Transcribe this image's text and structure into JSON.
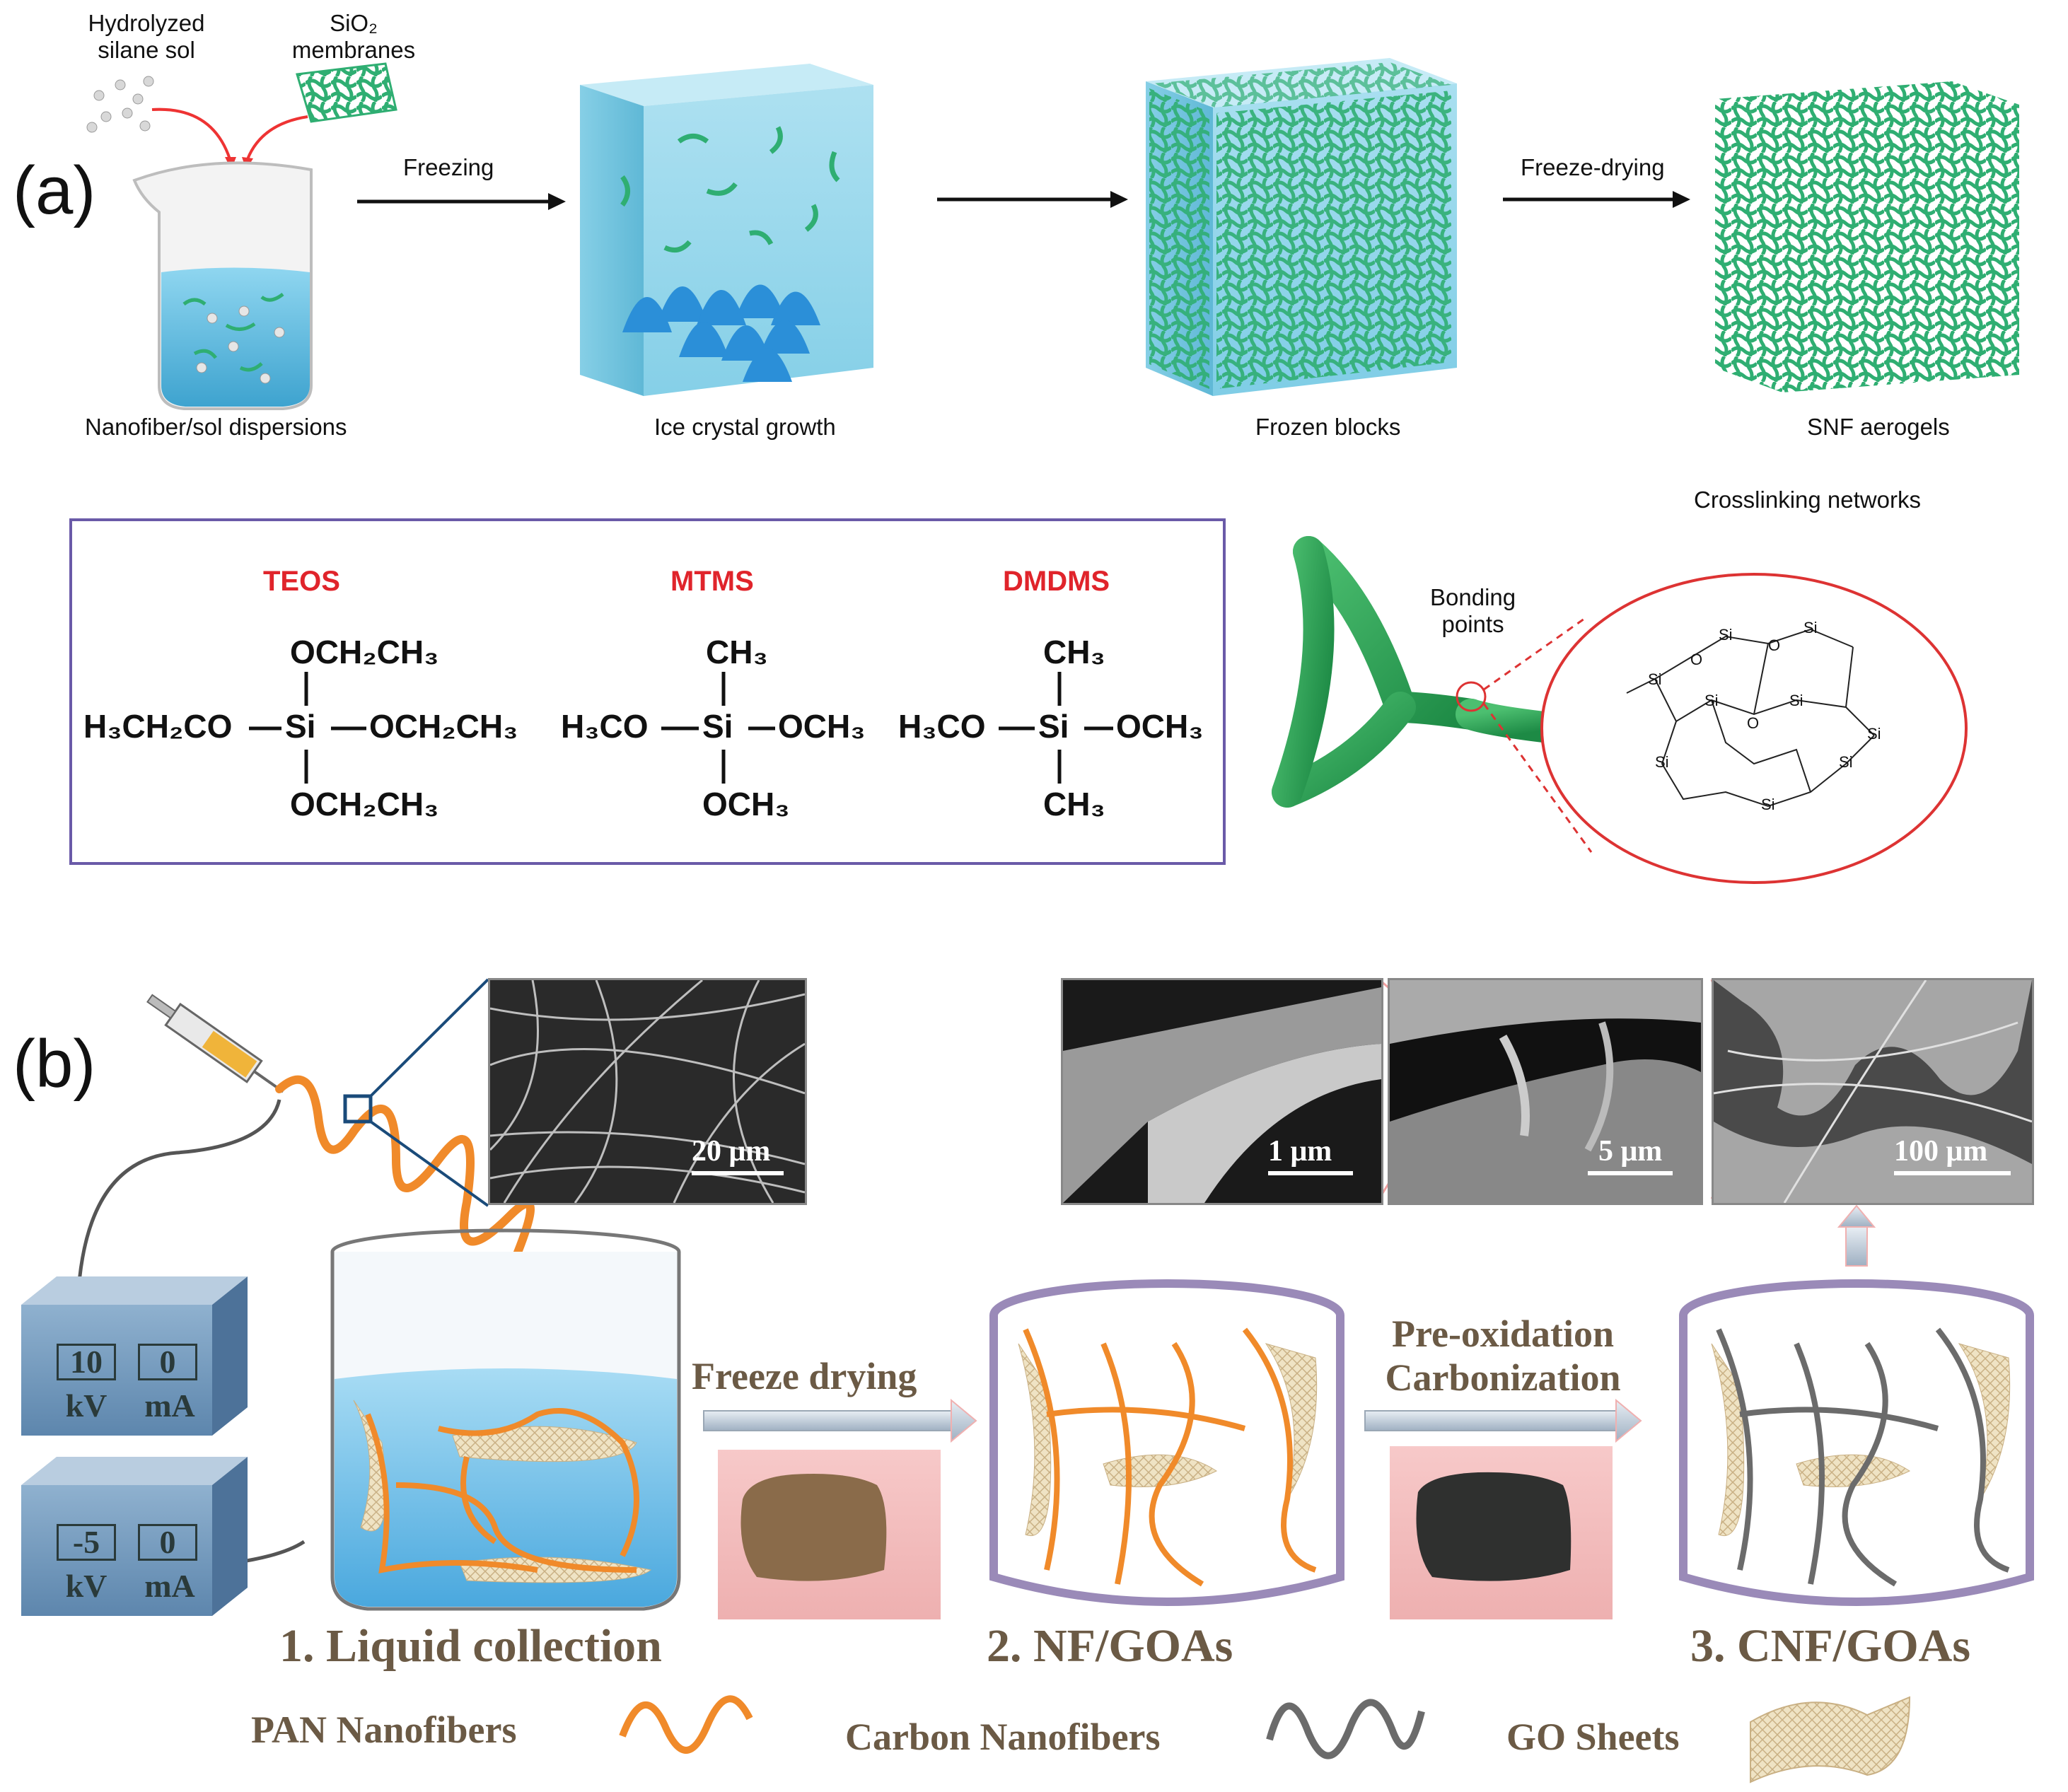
{
  "panel_a": {
    "tag": "(a)",
    "inputs": {
      "sol_label_line1": "Hydrolyzed",
      "sol_label_line2": "silane  sol",
      "membrane_label_line1": "SiO₂",
      "membrane_label_line2": "membranes"
    },
    "stages": [
      {
        "label": "Nanofiber/sol dispersions"
      },
      {
        "label": "Ice crystal growth"
      },
      {
        "label": "Frozen blocks"
      },
      {
        "label": "SNF aerogels"
      }
    ],
    "arrows": [
      {
        "label": "Freezing"
      },
      {
        "label": ""
      },
      {
        "label": "Freeze-drying"
      }
    ],
    "precursors": [
      {
        "name": "TEOS",
        "top": "OCH₂CH₃",
        "left": "H₃CH₂CO",
        "center": "Si",
        "right": "OCH₂CH₃",
        "bottom": "OCH₂CH₃"
      },
      {
        "name": "MTMS",
        "top": "CH₃",
        "left": "H₃CO",
        "center": "Si",
        "right": "OCH₃",
        "bottom": "OCH₃"
      },
      {
        "name": "DMDMS",
        "top": "CH₃",
        "left": "H₃CO",
        "center": "Si",
        "right": "OCH₃",
        "bottom": "CH₃"
      }
    ],
    "bonding_label_line1": "Bonding",
    "bonding_label_line2": "points",
    "network_title": "Crosslinking networks"
  },
  "panel_b": {
    "tag": "(b)",
    "power_supplies": [
      {
        "voltage": "10",
        "current": "0",
        "unit_v": "kV",
        "unit_a": "mA"
      },
      {
        "voltage": "-5",
        "current": "0",
        "unit_v": "kV",
        "unit_a": "mA"
      }
    ],
    "sem_images": [
      {
        "scale": "20 μm"
      },
      {
        "scale": "1 μm"
      },
      {
        "scale": "5 μm"
      },
      {
        "scale": "100 μm"
      }
    ],
    "process_1": "Freeze drying",
    "process_2_line1": "Pre-oxidation",
    "process_2_line2": "Carbonization",
    "steps": [
      {
        "label": "1. Liquid collection"
      },
      {
        "label": "2.  NF/GOAs"
      },
      {
        "label": "3. CNF/GOAs"
      }
    ],
    "legend": [
      {
        "label": "PAN Nanofibers"
      },
      {
        "label": "Carbon Nanofibers"
      },
      {
        "label": "GO Sheets"
      }
    ],
    "colors": {
      "pan_fiber": "#f08a2a",
      "carbon_fiber": "#6b6b6b",
      "go_sheet": "#d9c9a3",
      "liquid": "#7cc8ee",
      "text_brown": "#6b5a45"
    }
  }
}
